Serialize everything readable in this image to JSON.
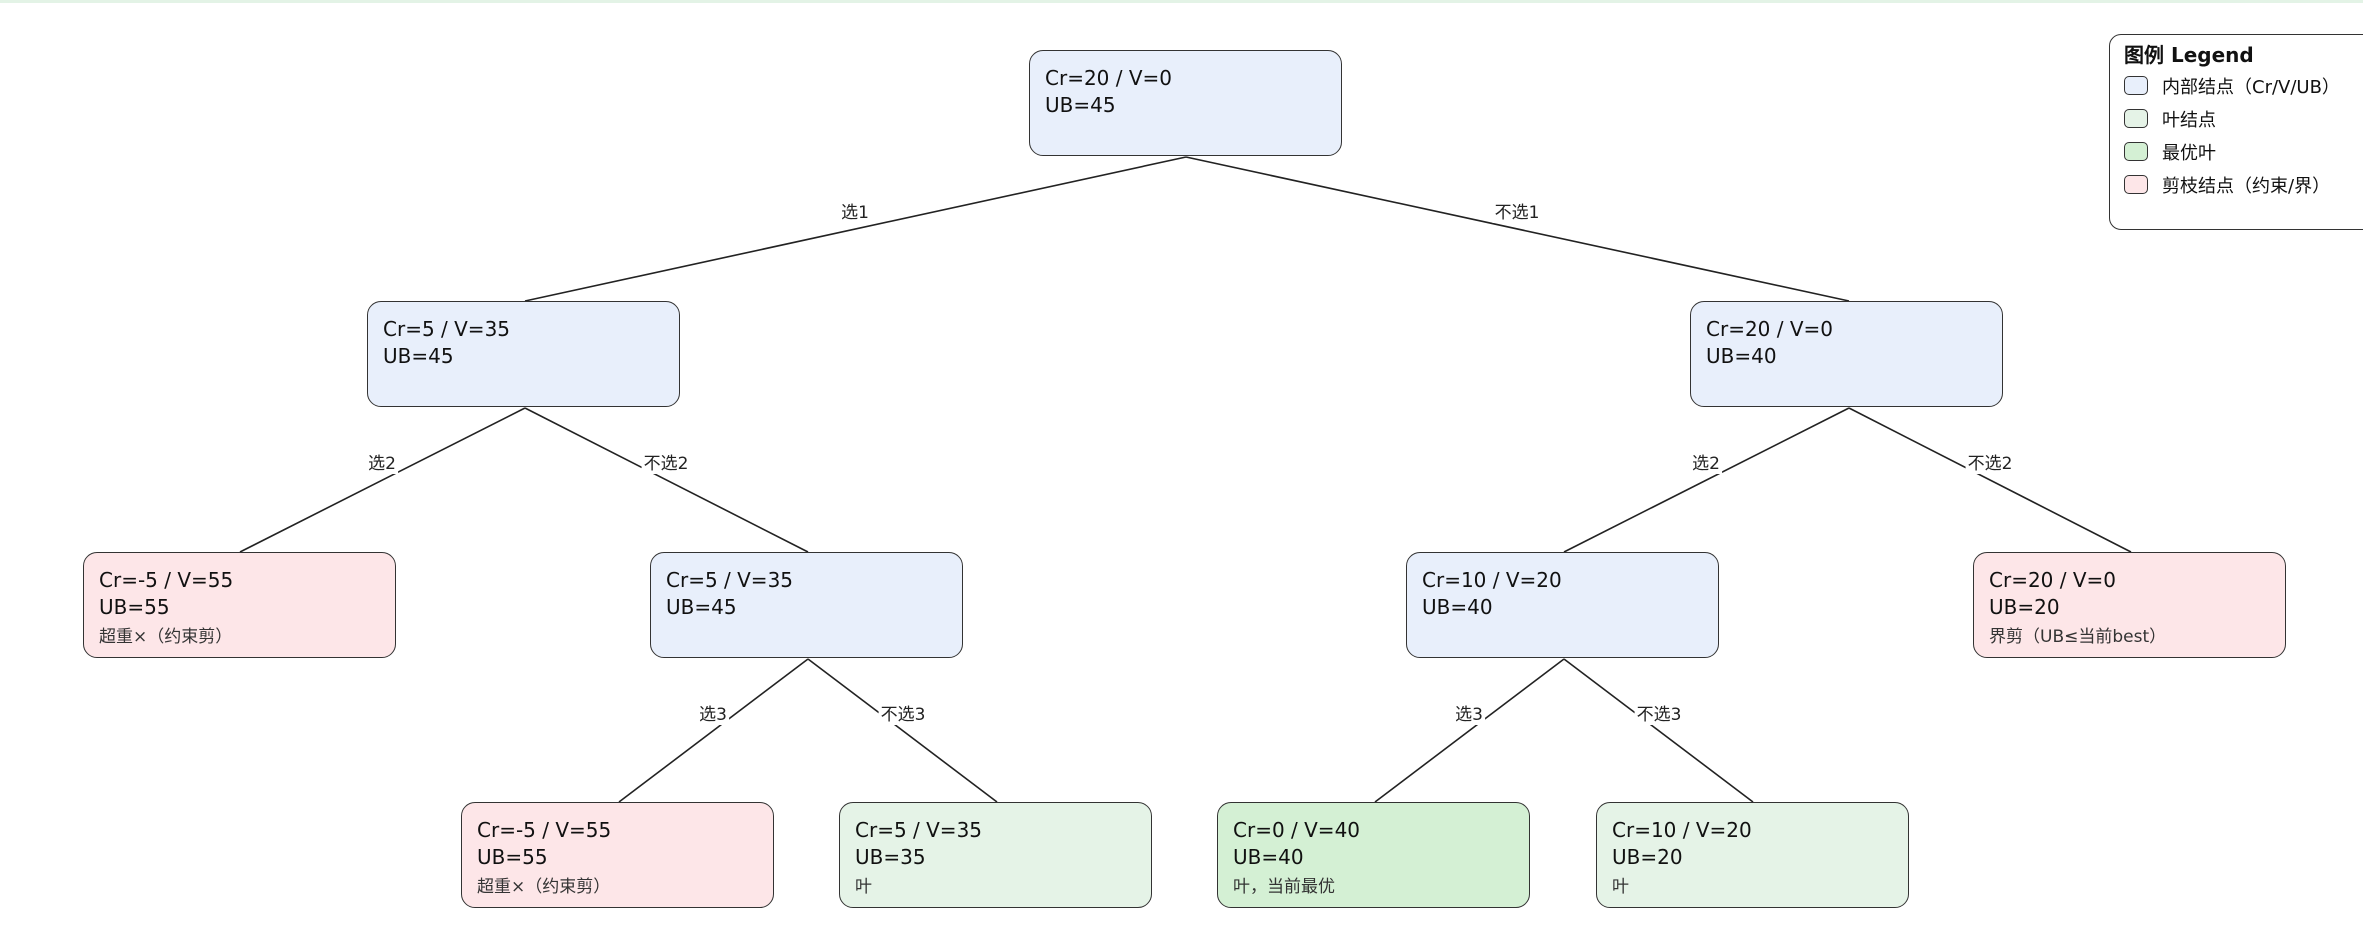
{
  "nodes": {
    "root": {
      "line1": "Cr=20 / V=0",
      "line2": "UB=45",
      "note": ""
    },
    "l1": {
      "line1": "Cr=5 / V=35",
      "line2": "UB=45",
      "note": ""
    },
    "r1": {
      "line1": "Cr=20 / V=0",
      "line2": "UB=40",
      "note": ""
    },
    "ll2": {
      "line1": "Cr=-5 / V=55",
      "line2": "UB=55",
      "note": "超重×（约束剪）"
    },
    "lr2": {
      "line1": "Cr=5 / V=35",
      "line2": "UB=45",
      "note": ""
    },
    "rl2": {
      "line1": "Cr=10 / V=20",
      "line2": "UB=40",
      "note": ""
    },
    "rr2": {
      "line1": "Cr=20 / V=0",
      "line2": "UB=20",
      "note": "界剪（UB≤当前best）"
    },
    "lrl3": {
      "line1": "Cr=-5 / V=55",
      "line2": "UB=55",
      "note": "超重×（约束剪）"
    },
    "lrr3": {
      "line1": "Cr=5 / V=35",
      "line2": "UB=35",
      "note": "叶"
    },
    "rll3": {
      "line1": "Cr=0 / V=40",
      "line2": "UB=40",
      "note": "叶，当前最优"
    },
    "rlr3": {
      "line1": "Cr=10 / V=20",
      "line2": "UB=20",
      "note": "叶"
    }
  },
  "edges": {
    "root_l1": "选1",
    "root_r1": "不选1",
    "l1_ll2": "选2",
    "l1_lr2": "不选2",
    "r1_rl2": "选2",
    "r1_rr2": "不选2",
    "lr2_lrl3": "选3",
    "lr2_lrr3": "不选3",
    "rl2_rll3": "选3",
    "rl2_rlr3": "不选3"
  },
  "legend": {
    "title": "图例 Legend",
    "items": [
      {
        "label": "内部结点（Cr/V/UB）",
        "color": "#e8effb"
      },
      {
        "label": "叶结点",
        "color": "#e5f3e7"
      },
      {
        "label": "最优叶",
        "color": "#d4f0d4"
      },
      {
        "label": "剪枝结点（约束/界）",
        "color": "#fde6e8"
      }
    ]
  },
  "colors": {
    "internal": "#e8effb",
    "leaf": "#e5f3e7",
    "best_leaf": "#d4f0d4",
    "pruned": "#fde6e8",
    "border": "#333333"
  }
}
